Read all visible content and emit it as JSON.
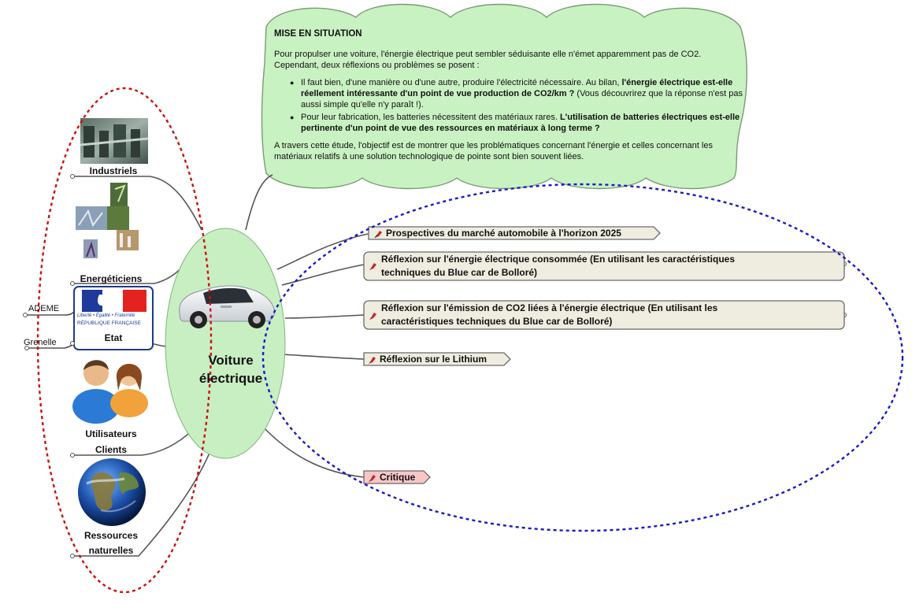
{
  "situation": {
    "title": "MISE EN SITUATION",
    "intro": "Pour propulser une voiture, l'énergie électrique peut sembler séduisante elle n'émet apparemment pas de CO2. Cependant, deux réflexions ou problèmes se posent :",
    "bullet1_normal": "Il faut bien, d'une manière ou d'une autre, produire l'électricité nécessaire. Au bilan, ",
    "bullet1_bold": "l'énergie électrique est-elle réellement intéressante d'un point de vue production de CO2/km ?",
    "bullet1_tail": " (Vous découvrirez que la réponse n'est pas aussi simple qu'elle n'y paraît !).",
    "bullet2_normal": "Pour leur fabrication, les batteries nécessitent des matériaux rares. ",
    "bullet2_bold": "L'utilisation de batteries électriques est-elle pertinente d'un point de vue des ressources en matériaux à long terme ?",
    "conclusion": "A travers cette étude, l'objectif est de montrer que les problématiques concernant l'énergie et celles concernant les matériaux relatifs à une solution technologique de pointe sont bien souvent liées."
  },
  "center": {
    "line1": "Voiture",
    "line2": "électrique"
  },
  "left": {
    "industriels": "Industriels",
    "energeticiens": "Energéticiens",
    "ademe": "ADEME",
    "grenelle": "Grenelle",
    "etat": "Etat",
    "rf_motto": "Liberté • Égalité • Fraternité",
    "rf_name": "RÉPUBLIQUE FRANÇAISE",
    "utilisateurs": "Utilisateurs",
    "clients": "Clients",
    "ressources": "Ressources",
    "naturelles": "naturelles"
  },
  "topics": {
    "prospectives": "Prospectives du marché automobile à l'horizon 2025",
    "energie_line1": "Réflexion sur l'énergie électrique consommée (En utilisant les caractéristiques",
    "energie_line2": "techniques du Blue car de Bolloré)",
    "co2_line1": "Réflexion sur l'émission de CO2 liées à l'énergie électrique (En utilisant les",
    "co2_line2": "caractéristiques techniques du Blue car de Bolloré)",
    "lithium": "Réflexion sur le Lithium",
    "critique": "Critique"
  },
  "colors": {
    "cloud_fill": "#c9f2c2",
    "cloud_stroke": "#7a9a74",
    "center_fill": "#c8efc1",
    "red_ellipse": "#cc1111",
    "blue_ellipse": "#1a1ac8",
    "topic_fill": "#efece0",
    "critique_fill": "#f7c6c6",
    "pin": "#c0262c"
  },
  "icons": [
    "factory-photo-icon",
    "energy-collage-icon",
    "marianne-logo-icon",
    "users-icon",
    "earth-globe-icon",
    "electric-car-icon",
    "pin-marker-icon"
  ]
}
